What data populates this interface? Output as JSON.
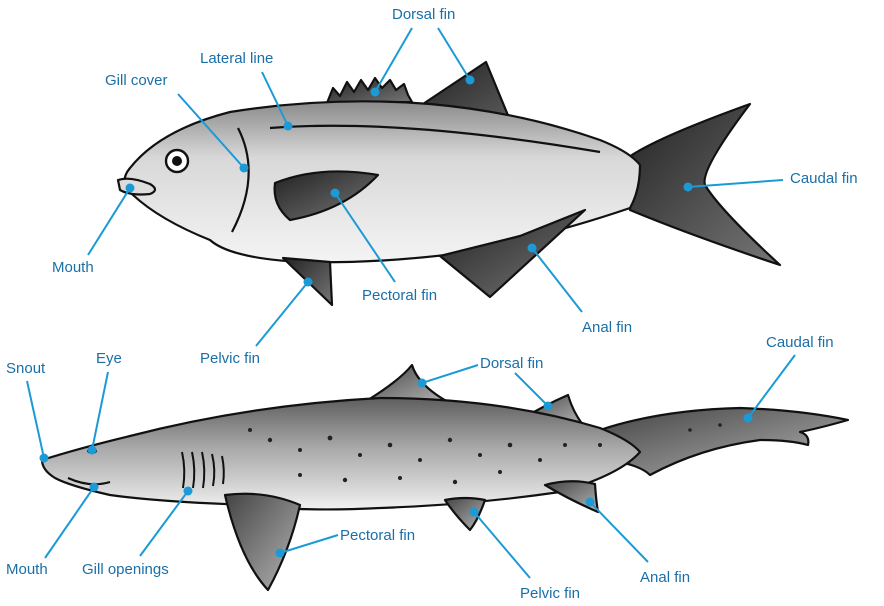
{
  "palette": {
    "label": "#1a6fa8",
    "leader": "#1b9ad6",
    "ink": "#111111"
  },
  "bony_fish": {
    "labels": {
      "dorsal_fin": "Dorsal fin",
      "lateral_line": "Lateral line",
      "gill_cover": "Gill cover",
      "caudal_fin": "Caudal fin",
      "mouth": "Mouth",
      "pectoral_fin": "Pectoral fin",
      "pelvic_fin": "Pelvic fin",
      "anal_fin": "Anal fin"
    }
  },
  "shark": {
    "labels": {
      "snout": "Snout",
      "eye": "Eye",
      "dorsal_fin": "Dorsal fin",
      "caudal_fin": "Caudal fin",
      "mouth": "Mouth",
      "gill_openings": "Gill openings",
      "pectoral_fin": "Pectoral fin",
      "pelvic_fin": "Pelvic fin",
      "anal_fin": "Anal fin"
    }
  }
}
